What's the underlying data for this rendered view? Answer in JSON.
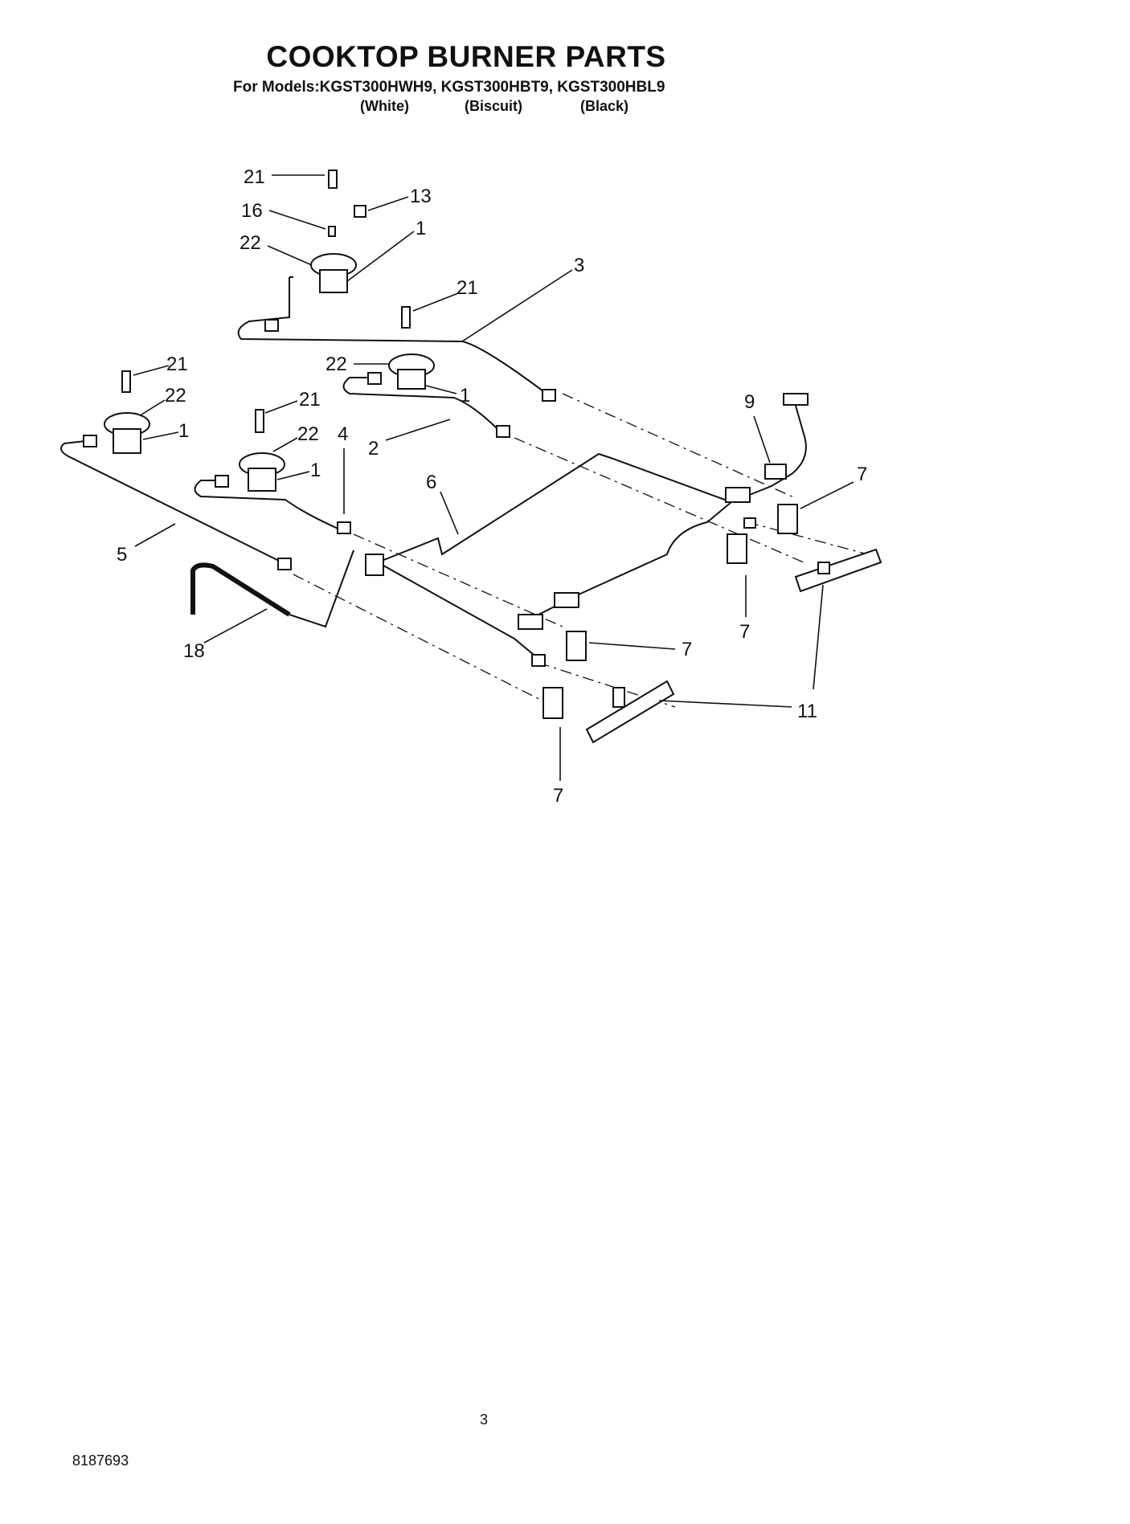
{
  "header": {
    "title": "COOKTOP BURNER PARTS",
    "models_line": "For Models:KGST300HWH9, KGST300HBT9, KGST300HBL9",
    "colors": [
      "(White)",
      "(Biscuit)",
      "(Black)"
    ]
  },
  "callouts": {
    "c21a": "21",
    "c16": "16",
    "c22a": "22",
    "c13": "13",
    "c1a": "1",
    "c3": "3",
    "c21b": "21",
    "c22b": "22",
    "c1b": "1",
    "c21c": "21",
    "c22c": "22",
    "c1c": "1",
    "c21d": "21",
    "c22d": "22",
    "c1d": "1",
    "c4": "4",
    "c2": "2",
    "c6": "6",
    "c5": "5",
    "c9": "9",
    "c7a": "7",
    "c7b": "7",
    "c7c": "7",
    "c7d": "7",
    "c11": "11",
    "c18": "18"
  },
  "footer": {
    "page_number": "3",
    "document_number": "8187693"
  }
}
